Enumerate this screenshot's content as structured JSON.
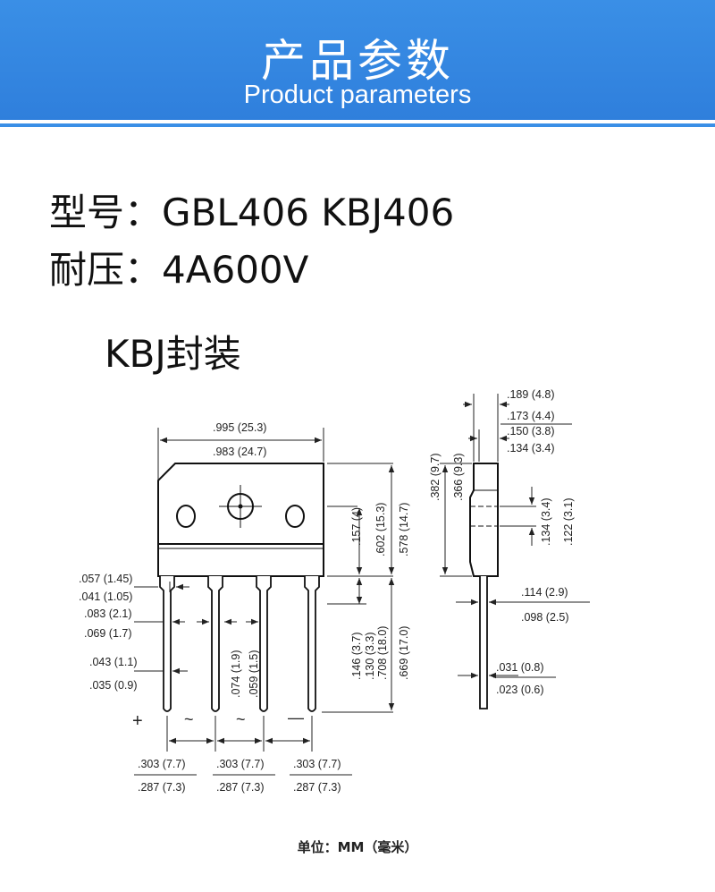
{
  "header": {
    "title": "产品参数",
    "subtitle": "Product parameters"
  },
  "specs": {
    "model_label": "型号：",
    "model_value": "GBL406 KBJ406",
    "rating_label": "耐压：",
    "rating_value": "4A600V"
  },
  "package": {
    "label": "KBJ封装"
  },
  "drawing": {
    "width_max": ".995 (25.3)",
    "width_min": ".983 (24.7)",
    "hole_to_top": ".157 (4)",
    "body_height_max": ".602 (15.3)",
    "body_height_min": ".578 (14.7)",
    "pin_len_max": ".708 (18.0)",
    "pin_len_min": ".669 (17.0)",
    "pin_shoulder_max": ".146 (3.7)",
    "pin_shoulder_min": ".130 (3.3)",
    "tab_w_max": ".057 (1.45)",
    "tab_w_min": ".041 (1.05)",
    "gap_max": ".083 (2.1)",
    "gap_min": ".069 (1.7)",
    "lead_w_max": ".043 (1.1)",
    "lead_w_min": ".035 (0.9)",
    "mid_gap_max": ".074 (1.9)",
    "mid_gap_min": ".059 (1.5)",
    "pitch1_max": ".303 (7.7)",
    "pitch1_min": ".287 (7.3)",
    "pitch2_max": ".303 (7.7)",
    "pitch2_min": ".287 (7.3)",
    "pitch3_max": ".303 (7.7)",
    "pitch3_min": ".287 (7.3)",
    "pin_plus": "+",
    "pin_ac1": "~",
    "pin_ac2": "~",
    "pin_minus": "—",
    "thick_max": ".189 (4.8)",
    "thick_min": ".173 (4.4)",
    "step_max": ".150 (3.8)",
    "step_min": ".134 (3.4)",
    "side_h_max": ".382 (9.7)",
    "side_h_min": ".366 (9.3)",
    "notch_max": ".134 (3.4)",
    "notch_min": ".122 (3.1)",
    "lead_off_max": ".114 (2.9)",
    "lead_off_min": ".098 (2.5)",
    "lead_t_max": ".031 (0.8)",
    "lead_t_min": ".023 (0.6)"
  },
  "footer": {
    "unit": "单位：MM（毫米）"
  }
}
